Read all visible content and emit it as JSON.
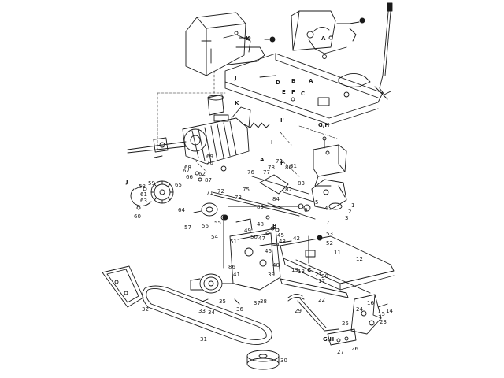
{
  "part_numbers": {
    "n1": "1",
    "n2": "2",
    "n3": "3",
    "n4": "4",
    "n5": "5",
    "n6": "6",
    "n7": "7",
    "n11": "11",
    "n12": "12",
    "n14": "14",
    "n15": "15",
    "n16": "16",
    "n17": "17",
    "n18": "18",
    "n19": "19",
    "n20": "20",
    "n21": "21",
    "n22": "22",
    "n23": "23",
    "n24": "24",
    "n25": "25",
    "n26": "26",
    "n27": "27",
    "n29": "29",
    "n30": "30",
    "n31": "31",
    "n32": "32",
    "n33": "33",
    "n34": "34",
    "n35": "35",
    "n36": "36",
    "n37": "37",
    "n38": "38",
    "n39": "39",
    "n40": "40",
    "n41": "41",
    "n42": "42",
    "n43": "43",
    "n44": "44",
    "n45": "45",
    "n46": "46",
    "n47": "47",
    "n48": "48",
    "n49": "49",
    "n50": "50",
    "n51": "51",
    "n52": "52",
    "n53": "53",
    "n54": "54",
    "n55": "55",
    "n56": "56",
    "n57": "57",
    "n58": "58",
    "n59": "59",
    "n60": "60",
    "n61": "61",
    "n62": "62",
    "n63": "63",
    "n64": "64",
    "n65": "65",
    "n66": "66",
    "n67": "67",
    "n68": "68",
    "n69": "69",
    "n70": "70",
    "n71": "71",
    "n72": "72",
    "n73": "73",
    "n75": "75",
    "n76": "76",
    "n77": "77",
    "n78": "78",
    "n79": "79",
    "n80": "80",
    "n81": "81",
    "n82": "82",
    "n83": "83",
    "n84": "84",
    "n85": "85",
    "n86": "86",
    "n87": "87"
  },
  "reference_letters": {
    "A": "A",
    "B": "B",
    "C": "C",
    "D": "D",
    "E": "E",
    "F": "F",
    "G": "G",
    "H": "H",
    "I": "I",
    "J": "J",
    "K": "K",
    "GH": "G,H",
    "IPRIME": "I'"
  }
}
